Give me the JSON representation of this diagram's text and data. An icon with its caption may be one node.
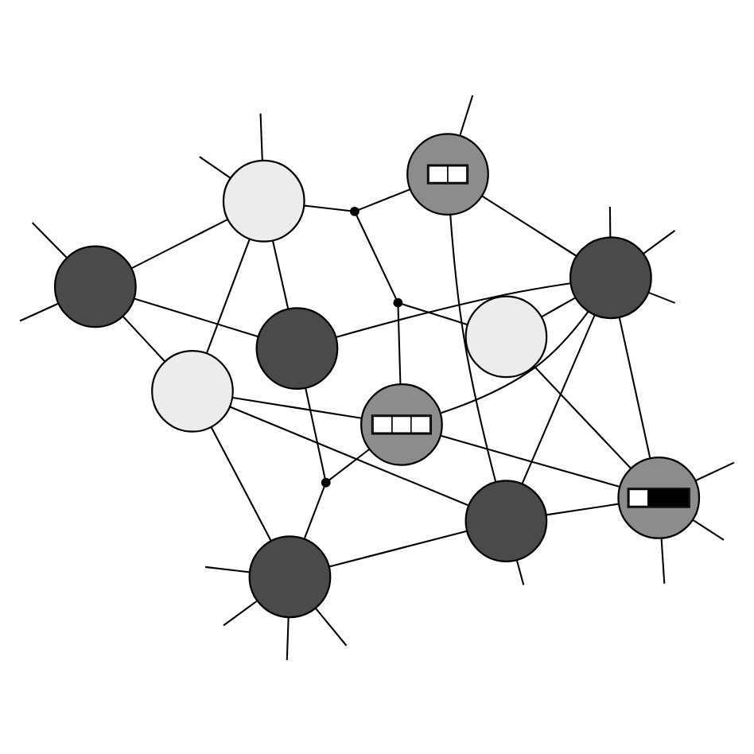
{
  "diagram": {
    "nodes": [
      {
        "text": [],
        "shape": "circle"
      },
      {
        "text": [],
        "shape": "circle"
      },
      {
        "text": [],
        "shape": "circle"
      },
      {
        "text": [],
        "shape": "circle"
      },
      {
        "text": [],
        "shape": "circle"
      },
      {
        "text": [],
        "shape": "dot"
      },
      {
        "text": [],
        "shape": "circle"
      },
      {
        "text": [],
        "shape": "circle"
      },
      {
        "text": [],
        "shape": "dot"
      },
      {
        "text": [],
        "shape": "dot"
      },
      {
        "text": [],
        "shape": "circle"
      },
      {
        "text": [],
        "shape": "circle"
      },
      {
        "text": [],
        "shape": "circle"
      },
      {
        "text": [],
        "shape": "circle"
      }
    ],
    "edges": [
      {
        "from": 0,
        "to": null,
        "arrow": "none"
      },
      {
        "from": 0,
        "to": null,
        "arrow": "none"
      },
      {
        "from": 0,
        "to": 1,
        "arrow": "none"
      },
      {
        "from": 0,
        "to": 4,
        "arrow": "none"
      },
      {
        "from": 0,
        "to": 3,
        "arrow": "none"
      },
      {
        "from": 1,
        "to": 2,
        "arrow": "none"
      },
      {
        "from": 1,
        "to": 3,
        "arrow": "none"
      },
      {
        "from": 1,
        "to": 6,
        "arrow": "none"
      },
      {
        "from": 1,
        "to": 7,
        "arrow": "none"
      },
      {
        "from": 2,
        "to": null,
        "arrow": "none"
      },
      {
        "from": 2,
        "to": null,
        "arrow": "none"
      },
      {
        "from": 2,
        "to": null,
        "arrow": "none"
      },
      {
        "from": 2,
        "to": null,
        "arrow": "none"
      },
      {
        "from": 2,
        "to": 5,
        "arrow": "none"
      },
      {
        "from": 2,
        "to": 7,
        "arrow": "none"
      },
      {
        "from": 3,
        "to": null,
        "arrow": "none"
      },
      {
        "from": 3,
        "to": null,
        "arrow": "none"
      },
      {
        "from": 3,
        "to": 4,
        "arrow": "none"
      },
      {
        "from": 3,
        "to": 9,
        "arrow": "none"
      },
      {
        "from": 4,
        "to": 5,
        "arrow": "none"
      },
      {
        "from": 5,
        "to": 6,
        "arrow": "none"
      },
      {
        "from": 4,
        "to": 11,
        "arrow": "none"
      },
      {
        "from": 10,
        "to": 9,
        "arrow": "none"
      },
      {
        "from": 9,
        "to": 8,
        "arrow": "none"
      },
      {
        "from": 8,
        "to": 6,
        "arrow": "none"
      },
      {
        "from": 8,
        "to": 13,
        "arrow": "none"
      },
      {
        "from": 10,
        "to": 7,
        "arrow": "none"
      },
      {
        "from": 10,
        "to": 11,
        "arrow": "none"
      },
      {
        "from": 10,
        "to": null,
        "arrow": "none"
      },
      {
        "from": 11,
        "to": 6,
        "arrow": "none"
      },
      {
        "from": 11,
        "to": 7,
        "arrow": "none"
      },
      {
        "from": 11,
        "to": 12,
        "arrow": "none"
      },
      {
        "from": 11,
        "to": 13,
        "arrow": "none"
      },
      {
        "from": 11,
        "to": null,
        "arrow": "none"
      },
      {
        "from": 11,
        "to": null,
        "arrow": "none"
      },
      {
        "from": 11,
        "to": null,
        "arrow": "none"
      },
      {
        "from": 6,
        "to": 12,
        "arrow": "none"
      },
      {
        "from": 7,
        "to": 12,
        "arrow": "none"
      },
      {
        "from": 7,
        "to": null,
        "arrow": "none"
      },
      {
        "from": 12,
        "to": 13,
        "arrow": "none"
      },
      {
        "from": 12,
        "to": null,
        "arrow": "none"
      },
      {
        "from": 12,
        "to": null,
        "arrow": "none"
      },
      {
        "from": 12,
        "to": null,
        "arrow": "none"
      }
    ]
  }
}
